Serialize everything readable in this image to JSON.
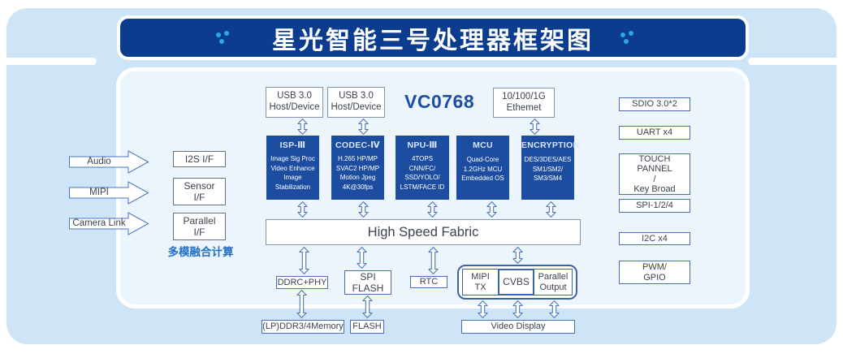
{
  "title": {
    "text": "星光智能三号处理器框架图"
  },
  "chip": {
    "label": "VC0768"
  },
  "colors": {
    "title_bar": "#0b3c8d",
    "core_block": "#1d4da0",
    "deco_dots": "#2ba9e1",
    "outer_background": "#cde5f6",
    "panel_background": "#ecf4fc",
    "arrow_stroke": "#4a74c0"
  },
  "left_inputs": {
    "arrows": [
      {
        "label": "Audio"
      },
      {
        "label": "MIPI"
      },
      {
        "label": "Camera Link"
      }
    ],
    "interfaces": [
      {
        "line1": "I2S I/F",
        "line2": ""
      },
      {
        "line1": "Sensor",
        "line2": "I/F"
      },
      {
        "line1": "Parallel",
        "line2": "I/F"
      }
    ],
    "caption": "多模融合计算"
  },
  "top_ports": {
    "usb1": {
      "line1": "USB 3.0",
      "line2": "Host/Device"
    },
    "usb2": {
      "line1": "USB 3.0",
      "line2": "Host/Device"
    },
    "ethernet": {
      "line1": "10/100/1G",
      "line2": "Ethemet"
    }
  },
  "cores": [
    {
      "title": "ISP-Ⅲ",
      "lines": [
        "Image Sig Proc",
        "Video Enhance",
        "Image",
        "Stabilization"
      ]
    },
    {
      "title": "CODEC-Ⅳ",
      "lines": [
        "H.265 HP/MP",
        "SVAC2 HP/MP",
        "Motion Jpeg",
        "4K@30fps"
      ]
    },
    {
      "title": "NPU-Ⅲ",
      "lines": [
        "4TOPS",
        "CNN/FC/",
        "SSD/YOLO/",
        "LSTM/FACE ID"
      ]
    },
    {
      "title": "MCU",
      "lines": [
        "Quad-Core",
        "1.2GHz  MCU",
        "Embedded OS",
        ""
      ]
    },
    {
      "title": "ENCRYPTION",
      "lines": [
        "DES/3DES/AES",
        "SM1/SM2/",
        "SM3/SM4",
        ""
      ]
    }
  ],
  "fabric": {
    "label": "High Speed Fabric"
  },
  "storage_row": {
    "ddrc": {
      "label": "DDRC+PHY"
    },
    "spi_flash": {
      "line1": "SPI",
      "line2": "FLASH"
    },
    "rtc": {
      "label": "RTC"
    },
    "display_group": {
      "mipi": {
        "line1": "MIPI",
        "line2": "TX"
      },
      "cvbs": {
        "label": "CVBS"
      },
      "parallel": {
        "line1": "Parallel",
        "line2": "Output"
      }
    }
  },
  "external_row": {
    "memory": {
      "label": "(LP)DDR3/4Memory"
    },
    "flash": {
      "label": "FLASH"
    },
    "video": {
      "label": "Video Display"
    }
  },
  "right_ports": [
    {
      "lines": [
        "SDIO 3.0*2"
      ]
    },
    {
      "lines": [
        "UART x4"
      ]
    },
    {
      "lines": [
        "TOUCH",
        "PANNEL",
        "/",
        "Key Broad"
      ]
    },
    {
      "lines": [
        "SPI-1/2/4"
      ]
    },
    {
      "lines": [
        "I2C x4"
      ]
    },
    {
      "lines": [
        "PWM/",
        "GPIO"
      ]
    }
  ]
}
